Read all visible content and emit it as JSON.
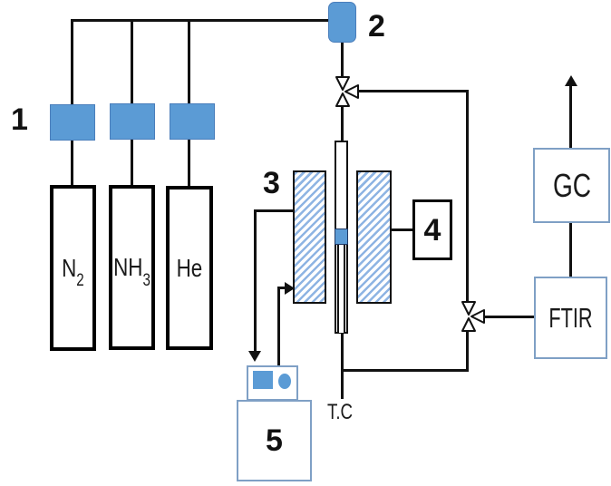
{
  "figure": {
    "numbered_labels": {
      "mass_flow_controllers": "1",
      "gas_mixer": "2",
      "furnace": "3",
      "unit_4": "4",
      "temperature_controller": "5"
    },
    "gas_cylinders": [
      {
        "label": "N",
        "subscript": "2"
      },
      {
        "label": "NH",
        "subscript": "3"
      },
      {
        "label": "He",
        "subscript": ""
      }
    ],
    "instruments": {
      "gc": "GC",
      "ftir": "FTIR"
    },
    "thermocouple": "T.C"
  },
  "colors": {
    "accent_blue": "#5B9BD5",
    "accent_blue_border": "#4A7EBB",
    "hatch_blue": "#8EB4E3",
    "panel_border_blue": "#7FA0C5",
    "line_black": "#111111"
  }
}
